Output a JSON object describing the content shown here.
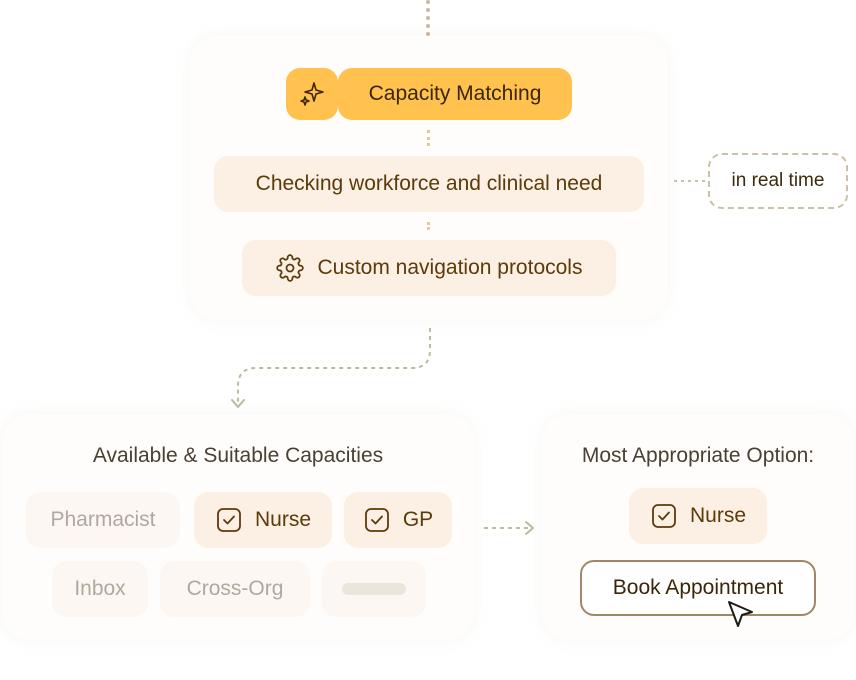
{
  "top_panel": {
    "title": "Capacity Matching",
    "sparkle_icon": "sparkle-icon",
    "step_check": "Checking workforce and clinical need",
    "step_custom": "Custom navigation protocols",
    "gear_icon": "gear-icon",
    "side_note": "in real time"
  },
  "available": {
    "title": "Available & Suitable Capacities",
    "chips": [
      {
        "label": "Pharmacist",
        "checked": false
      },
      {
        "label": "Nurse",
        "checked": true
      },
      {
        "label": "GP",
        "checked": true
      },
      {
        "label": "Inbox",
        "checked": false
      },
      {
        "label": "Cross-Org",
        "checked": false
      },
      {
        "label": "",
        "checked": false
      }
    ]
  },
  "result": {
    "title": "Most Appropriate Option:",
    "chip_label": "Nurse",
    "button_label": "Book Appointment",
    "cursor_icon": "cursor-arrow-icon"
  },
  "colors": {
    "accent": "#ffc24e",
    "pill_bg": "#fcefe3",
    "text_brown": "#5c3b0a",
    "faded_text": "#b2a79c",
    "connector": "#b8bd9a"
  }
}
